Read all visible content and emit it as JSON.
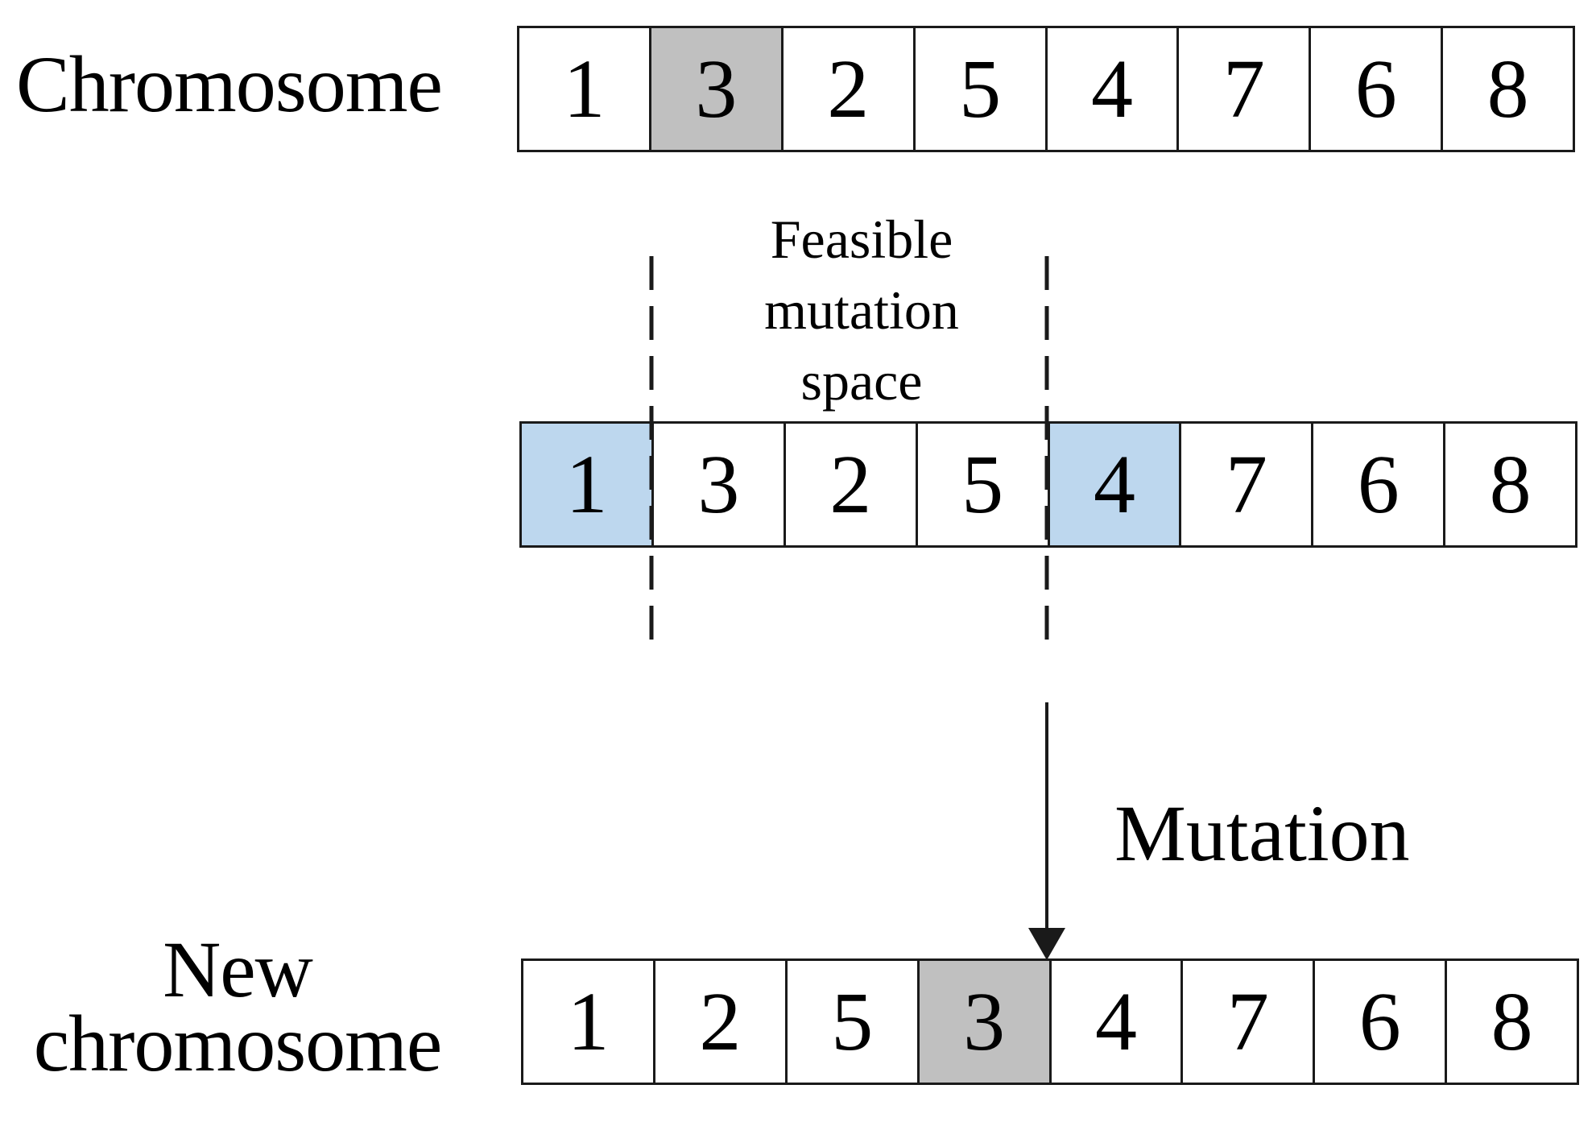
{
  "labels": {
    "chromosome": "Chromosome",
    "new_line1": "New",
    "new_line2": "chromosome",
    "feasible_line1": "Feasible",
    "feasible_line2": "mutation",
    "feasible_line3": "space",
    "mutation": "Mutation"
  },
  "rows": {
    "chromosome": [
      "1",
      "3",
      "2",
      "5",
      "4",
      "7",
      "6",
      "8"
    ],
    "marked": [
      "1",
      "3",
      "2",
      "5",
      "4",
      "7",
      "6",
      "8"
    ],
    "new_chromosome": [
      "1",
      "2",
      "5",
      "3",
      "4",
      "7",
      "6",
      "8"
    ]
  },
  "colors": {
    "gray_highlight": "#c0c0c0",
    "blue_highlight": "#bdd7ee",
    "stroke": "#1a1a1a"
  }
}
